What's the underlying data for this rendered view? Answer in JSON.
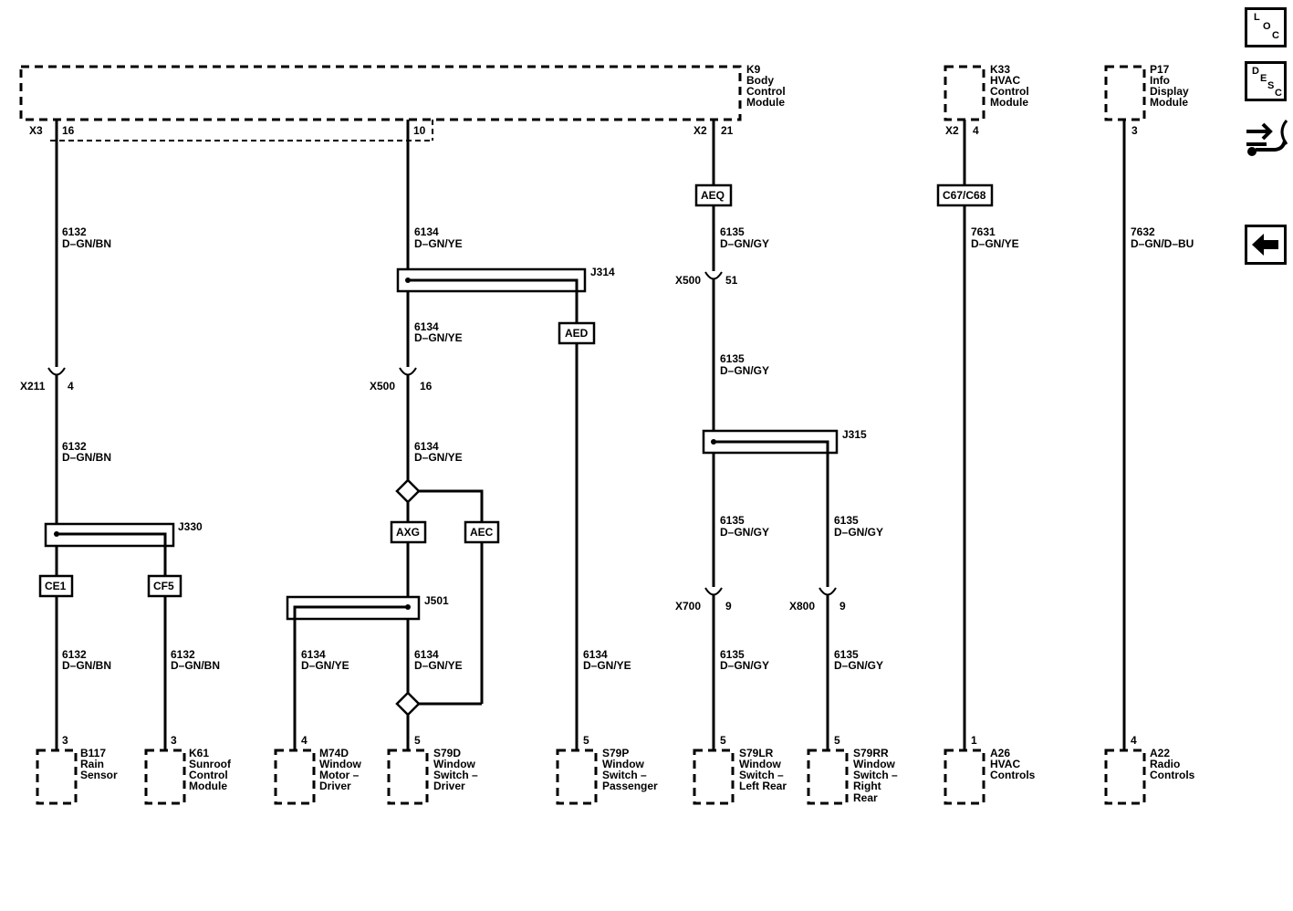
{
  "modules": {
    "k9": {
      "id": "K9",
      "name": [
        "Body",
        "Control",
        "Module"
      ],
      "conn_x3": "X3",
      "pin16": "16",
      "pin10": "10",
      "conn_x2": "X2",
      "pin21": "21"
    },
    "k33": {
      "id": "K33",
      "name": [
        "HVAC",
        "Control",
        "Module"
      ],
      "conn": "X2",
      "pin": "4"
    },
    "p17": {
      "id": "P17",
      "name": [
        "Info",
        "Display",
        "Module"
      ],
      "pin": "3"
    }
  },
  "splices": {
    "j314": "J314",
    "j315": "J315",
    "j330": "J330",
    "j501": "J501"
  },
  "inlines": {
    "x211": {
      "id": "X211",
      "pin": "4"
    },
    "x500a": {
      "id": "X500",
      "pin": "16"
    },
    "x500b": {
      "id": "X500",
      "pin": "51"
    },
    "x700": {
      "id": "X700",
      "pin": "9"
    },
    "x800": {
      "id": "X800",
      "pin": "9"
    }
  },
  "tags": {
    "aeq": "AEQ",
    "c67": "C67/C68",
    "aed": "AED",
    "axg": "AXG",
    "aec": "AEC",
    "ce1": "CE1",
    "cf5": "CF5"
  },
  "wires": {
    "w6132": {
      "circuit": "6132",
      "color": "D–GN/BN"
    },
    "w6134": {
      "circuit": "6134",
      "color": "D–GN/YE"
    },
    "w6135": {
      "circuit": "6135",
      "color": "D–GN/GY"
    },
    "w7631": {
      "circuit": "7631",
      "color": "D–GN/YE"
    },
    "w7632": {
      "circuit": "7632",
      "color": "D–GN/D–BU"
    }
  },
  "components": {
    "b117": {
      "pin": "3",
      "id": "B117",
      "name": [
        "Rain",
        "Sensor"
      ]
    },
    "k61": {
      "pin": "3",
      "id": "K61",
      "name": [
        "Sunroof",
        "Control",
        "Module"
      ]
    },
    "m74d": {
      "pin": "4",
      "id": "M74D",
      "name": [
        "Window",
        "Motor –",
        "Driver"
      ]
    },
    "s79d": {
      "pin": "5",
      "id": "S79D",
      "name": [
        "Window",
        "Switch –",
        "Driver"
      ]
    },
    "s79p": {
      "pin": "5",
      "id": "S79P",
      "name": [
        "Window",
        "Switch –",
        "Passenger"
      ]
    },
    "s79lr": {
      "pin": "5",
      "id": "S79LR",
      "name": [
        "Window",
        "Switch –",
        "Left Rear"
      ]
    },
    "s79rr": {
      "pin": "5",
      "id": "S79RR",
      "name": [
        "Window",
        "Switch –",
        "Right",
        "Rear"
      ]
    },
    "a26": {
      "pin": "1",
      "id": "A26",
      "name": [
        "HVAC",
        "Controls"
      ]
    },
    "a22": {
      "pin": "4",
      "id": "A22",
      "name": [
        "Radio",
        "Controls"
      ]
    }
  },
  "nav": {
    "loc": [
      "L",
      "O",
      "C"
    ],
    "desc": [
      "D",
      "E",
      "S",
      "C"
    ],
    "connector_icon": "connector-view-icon",
    "back_icon": "back-arrow-icon"
  }
}
